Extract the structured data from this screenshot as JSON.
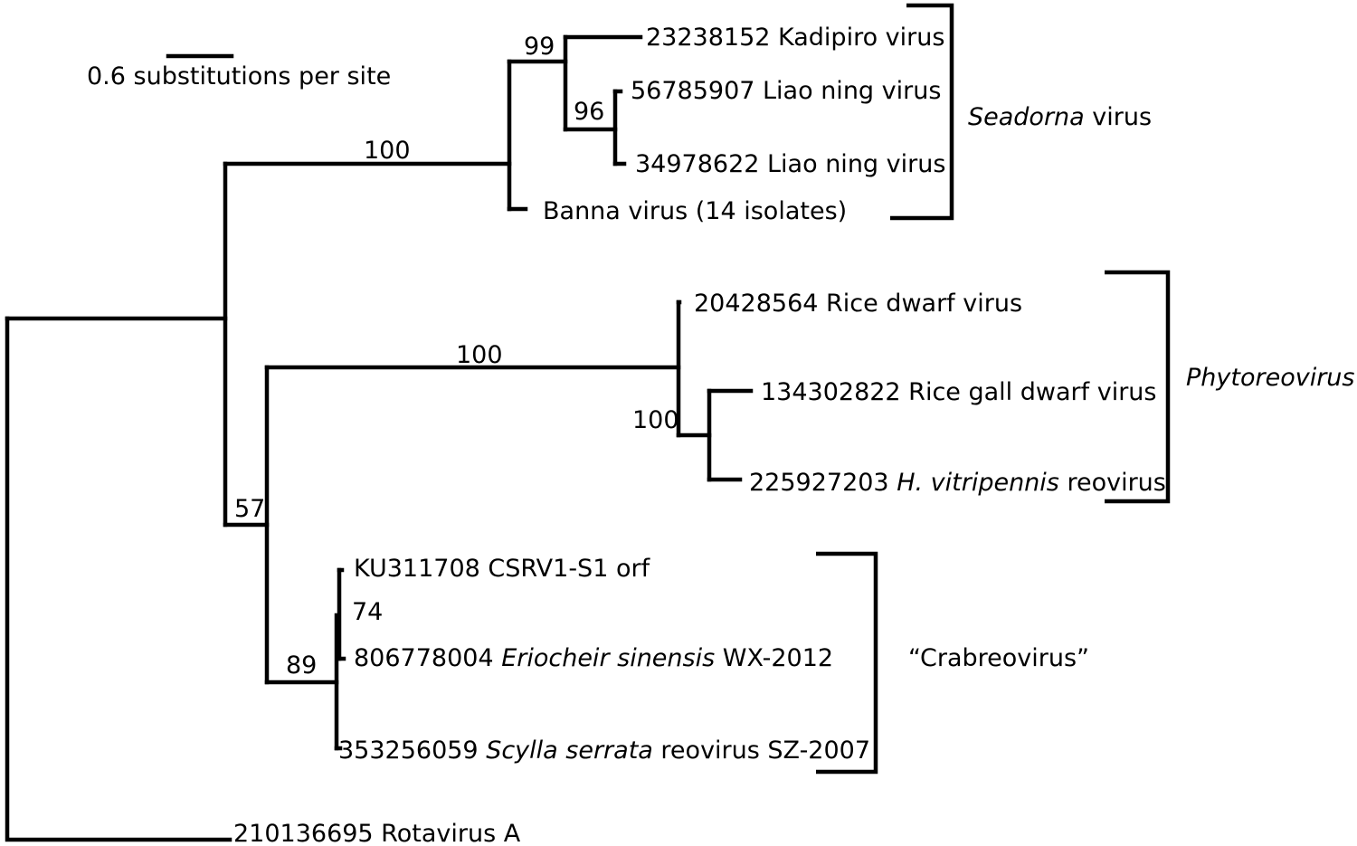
{
  "scale_bar": {
    "label": "0.6 substitutions per site"
  },
  "leaves": [
    {
      "id": "kadipiro",
      "parts": [
        {
          "text": "23238152 Kadipiro virus",
          "italic": false
        }
      ]
    },
    {
      "id": "liao1",
      "parts": [
        {
          "text": "56785907 Liao ning virus",
          "italic": false
        }
      ]
    },
    {
      "id": "liao2",
      "parts": [
        {
          "text": "34978622 Liao ning virus",
          "italic": false
        }
      ]
    },
    {
      "id": "banna",
      "parts": [
        {
          "text": "Banna virus (14 isolates)",
          "italic": false
        }
      ]
    },
    {
      "id": "rdv",
      "parts": [
        {
          "text": "20428564 Rice dwarf virus",
          "italic": false
        }
      ]
    },
    {
      "id": "rgdv",
      "parts": [
        {
          "text": "134302822 Rice gall dwarf virus",
          "italic": false
        }
      ]
    },
    {
      "id": "hvit",
      "parts": [
        {
          "text": "225927203 ",
          "italic": false
        },
        {
          "text": "H. vitripennis",
          "italic": true
        },
        {
          "text": " reovirus",
          "italic": false
        }
      ]
    },
    {
      "id": "csrv",
      "parts": [
        {
          "text": "KU311708 CSRV1-S1 orf",
          "italic": false
        }
      ]
    },
    {
      "id": "erio",
      "parts": [
        {
          "text": "806778004 ",
          "italic": false
        },
        {
          "text": "Eriocheir sinensis",
          "italic": true
        },
        {
          "text": " WX-2012",
          "italic": false
        }
      ]
    },
    {
      "id": "scylla",
      "parts": [
        {
          "text": "353256059 ",
          "italic": false
        },
        {
          "text": "Scylla serrata",
          "italic": true
        },
        {
          "text": " reovirus SZ-2007",
          "italic": false
        }
      ]
    },
    {
      "id": "rota",
      "parts": [
        {
          "text": "210136695 Rotavirus A",
          "italic": false
        }
      ]
    }
  ],
  "support_values": [
    {
      "id": "seadorna",
      "value": "100"
    },
    {
      "id": "kadipiro_liao",
      "value": "99"
    },
    {
      "id": "liao",
      "value": "96"
    },
    {
      "id": "phyto",
      "value": "100"
    },
    {
      "id": "rice_gall_hvit",
      "value": "100"
    },
    {
      "id": "phyto_crab",
      "value": "57"
    },
    {
      "id": "crab",
      "value": "89"
    },
    {
      "id": "csrv_erio",
      "value": "74"
    }
  ],
  "clades": [
    {
      "id": "seadorna",
      "parts": [
        {
          "text": "Seadorna",
          "italic": true
        },
        {
          "text": " virus",
          "italic": false
        }
      ]
    },
    {
      "id": "phyto",
      "parts": [
        {
          "text": "Phytoreovirus",
          "italic": true
        }
      ]
    },
    {
      "id": "crab",
      "parts": [
        {
          "text": "“Crabreovirus”",
          "italic": false
        }
      ]
    }
  ]
}
